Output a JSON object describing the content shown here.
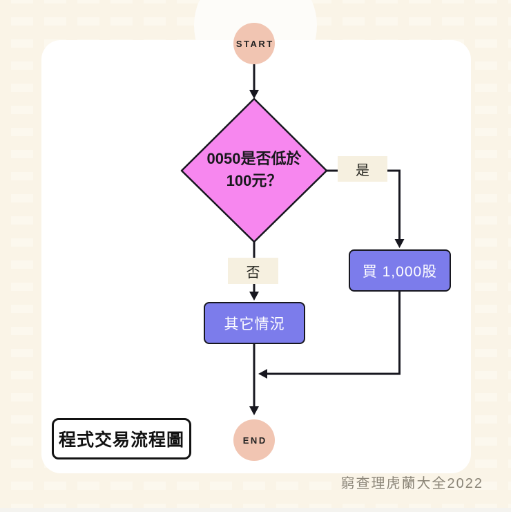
{
  "flowchart": {
    "nodes": {
      "start": "START",
      "decision_line1": "0050是否低於",
      "decision_line2": "100元？",
      "yes": "是",
      "no": "否",
      "buy": "買 1,000股",
      "other": "其它情況",
      "end": "END"
    },
    "legend_title": "程式交易流程圖",
    "caption": "窮查理虎蘭大全2022",
    "colors": {
      "background": "#faf4e7",
      "card": "#ffffff",
      "terminal_fill": "#f1c5b2",
      "decision_fill": "#f787ef",
      "process_fill": "#7c7ceb",
      "branch_label_fill": "#f6f0e0",
      "line": "#17171f",
      "caption_text": "#8b8578"
    }
  }
}
